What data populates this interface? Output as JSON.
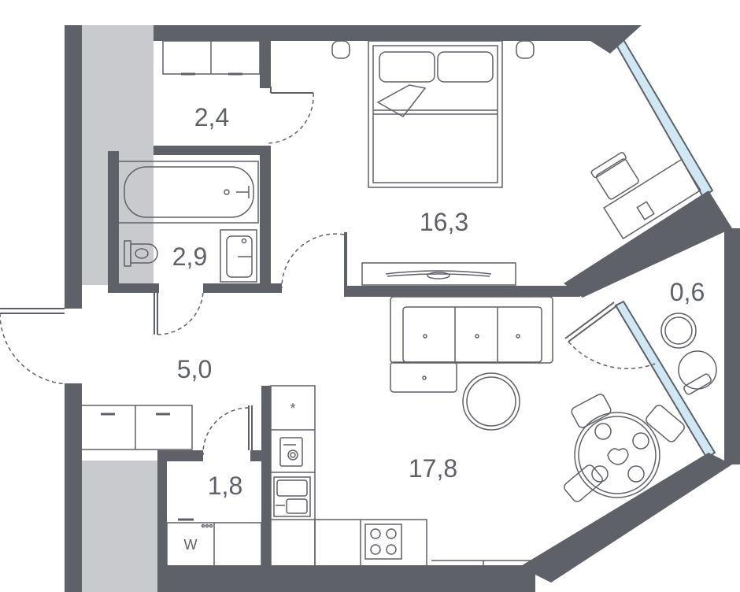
{
  "colors": {
    "wall": "#5f6168",
    "shaft": "#c9cacd",
    "glass": "#cfe8f3",
    "furniture_stroke": "#5f6168",
    "background": "#ffffff"
  },
  "rooms": {
    "wardrobe": "2,4",
    "bathroom": "2,9",
    "bedroom": "16,3",
    "balcony": "0,6",
    "hall": "5,0",
    "storage": "1,8",
    "living_kitchen": "17,8"
  },
  "appliances": {
    "freezer_mark": "*",
    "washer_mark": "W"
  }
}
